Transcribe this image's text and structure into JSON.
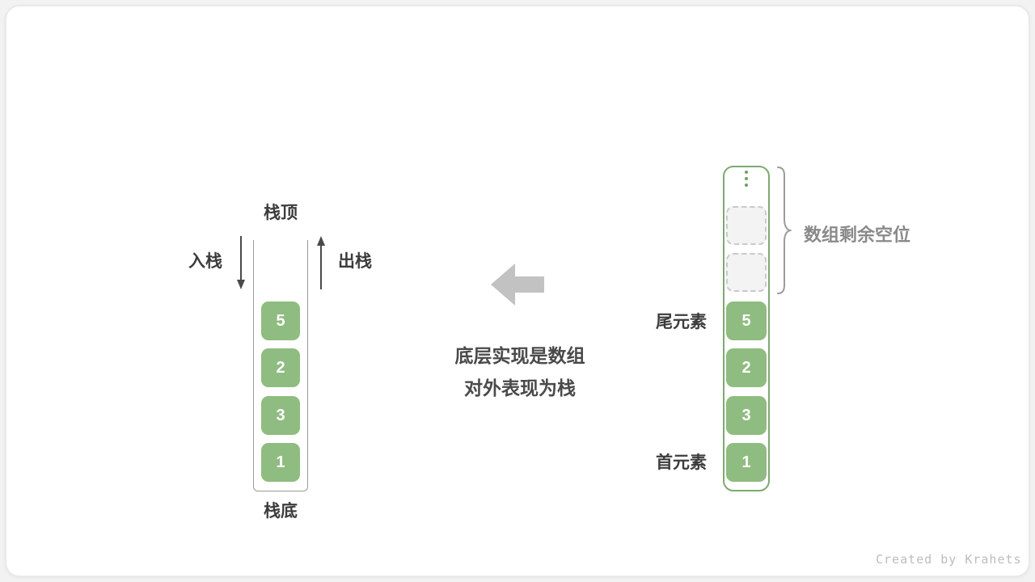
{
  "colors": {
    "cell_green": "#8fbc80",
    "array_border_green": "#7ea970",
    "big_arrow_gray": "#c2c2c2",
    "text_dark": "#3c3c3c",
    "text_gray": "#8a8a8a"
  },
  "left_stack": {
    "top_label": "栈顶",
    "bottom_label": "栈底",
    "push_label": "入栈",
    "pop_label": "出栈",
    "cells": [
      "5",
      "2",
      "3",
      "1"
    ]
  },
  "center": {
    "line1": "底层实现是数组",
    "line2": "对外表现为栈"
  },
  "right_array": {
    "remaining_label": "数组剩余空位",
    "tail_label": "尾元素",
    "head_label": "首元素",
    "empty_slots": 2,
    "cells": [
      "5",
      "2",
      "3",
      "1"
    ]
  },
  "footer": {
    "credit": "Created by Krahets"
  }
}
